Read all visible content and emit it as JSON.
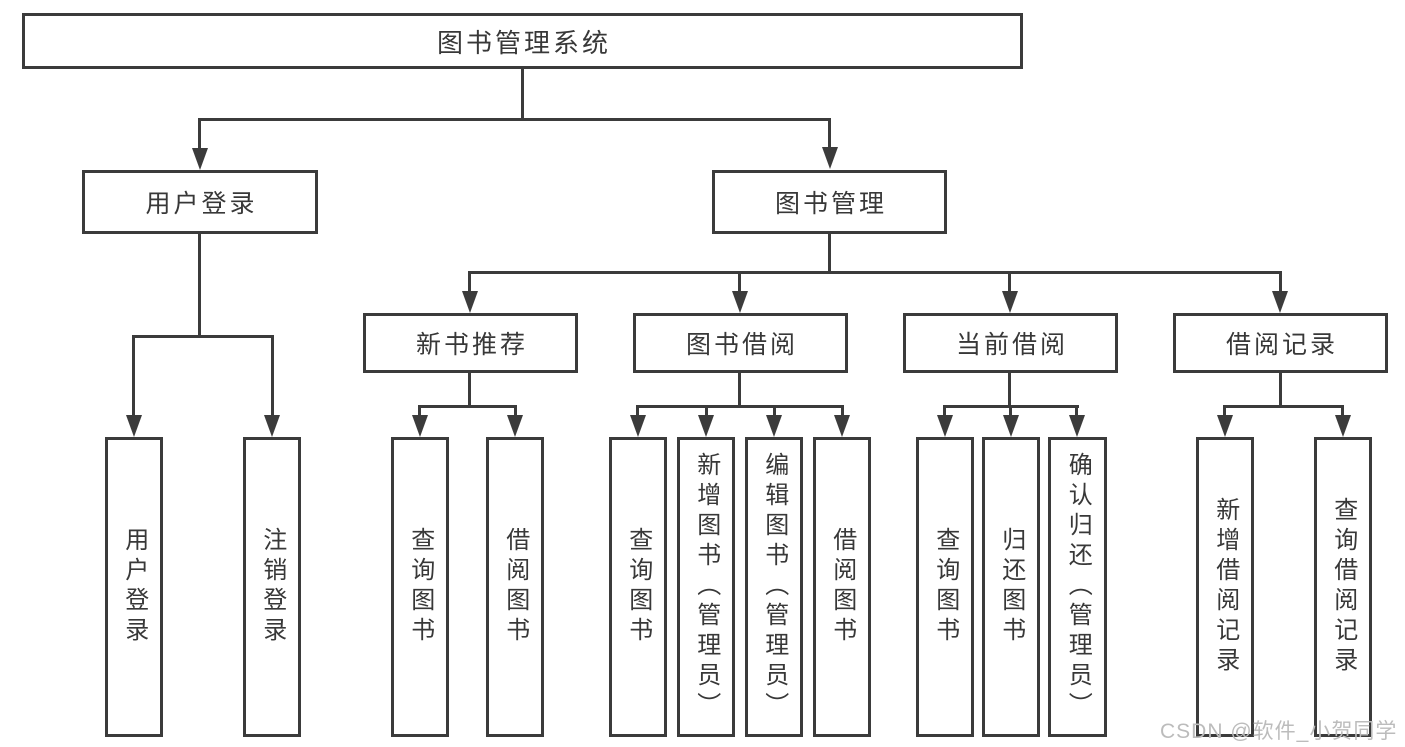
{
  "tree": {
    "label": "图书管理系统",
    "children": [
      {
        "label": "用户登录",
        "children": [
          {
            "label": "用户登录"
          },
          {
            "label": "注销登录"
          }
        ]
      },
      {
        "label": "图书管理",
        "children": [
          {
            "label": "新书推荐",
            "children": [
              {
                "label": "查询图书"
              },
              {
                "label": "借阅图书"
              }
            ]
          },
          {
            "label": "图书借阅",
            "children": [
              {
                "label": "查询图书"
              },
              {
                "label": "新增图书（管理员）"
              },
              {
                "label": "编辑图书（管理员）"
              },
              {
                "label": "借阅图书"
              }
            ]
          },
          {
            "label": "当前借阅",
            "children": [
              {
                "label": "查询图书"
              },
              {
                "label": "归还图书"
              },
              {
                "label": "确认归还（管理员）"
              }
            ]
          },
          {
            "label": "借阅记录",
            "children": [
              {
                "label": "新增借阅记录"
              },
              {
                "label": "查询借阅记录"
              }
            ]
          }
        ]
      }
    ]
  },
  "watermark": {
    "text": "CSDN @软件_小贺同学"
  },
  "colors": {
    "line": "#3b3b3b",
    "text": "#383838",
    "watermark": "#bcbcbc",
    "background": "#ffffff"
  }
}
